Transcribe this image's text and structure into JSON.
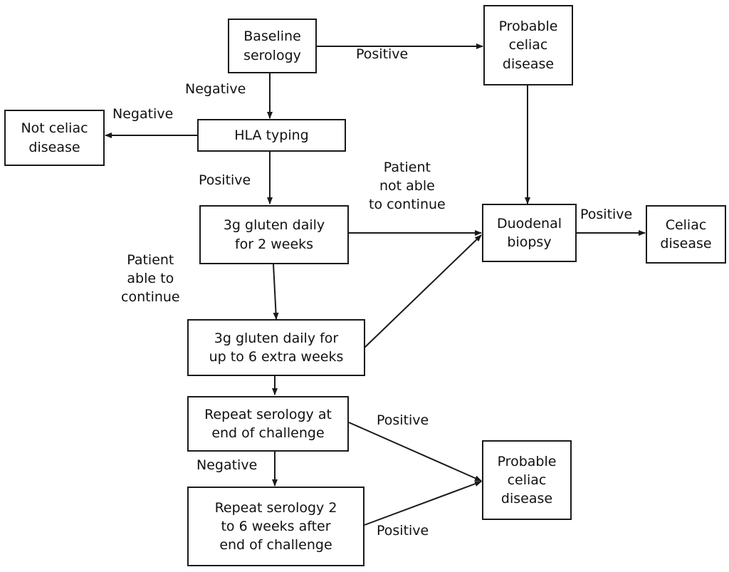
{
  "nodes": {
    "baseline_serology": "Baseline\nserology",
    "probable_celiac_top": "Probable\nceliac\ndisease",
    "not_celiac": "Not celiac\ndisease",
    "hla_typing": "HLA typing",
    "gluten_2_weeks": "3g gluten daily\nfor 2 weeks",
    "duodenal_biopsy": "Duodenal\nbiopsy",
    "celiac_disease": "Celiac\ndisease",
    "gluten_6_weeks": "3g gluten daily for\nup to 6 extra weeks",
    "repeat_serology_end": "Repeat serology at\nend of challenge",
    "probable_celiac_bottom": "Probable\nceliac\ndisease",
    "repeat_serology_after": "Repeat serology 2\nto 6 weeks after\nend of challenge"
  },
  "edge_labels": {
    "baseline_positive": "Positive",
    "baseline_negative": "Negative",
    "hla_negative": "Negative",
    "hla_positive": "Positive",
    "not_able": "Patient\nnot able\nto continue",
    "able": "Patient\nable to\ncontinue",
    "biopsy_positive": "Positive",
    "repeat_end_positive": "Positive",
    "repeat_end_negative": "Negative",
    "repeat_after_positive": "Positive"
  },
  "colors": {
    "line": "#1a1a1a",
    "text": "#111111",
    "background": "#ffffff"
  }
}
